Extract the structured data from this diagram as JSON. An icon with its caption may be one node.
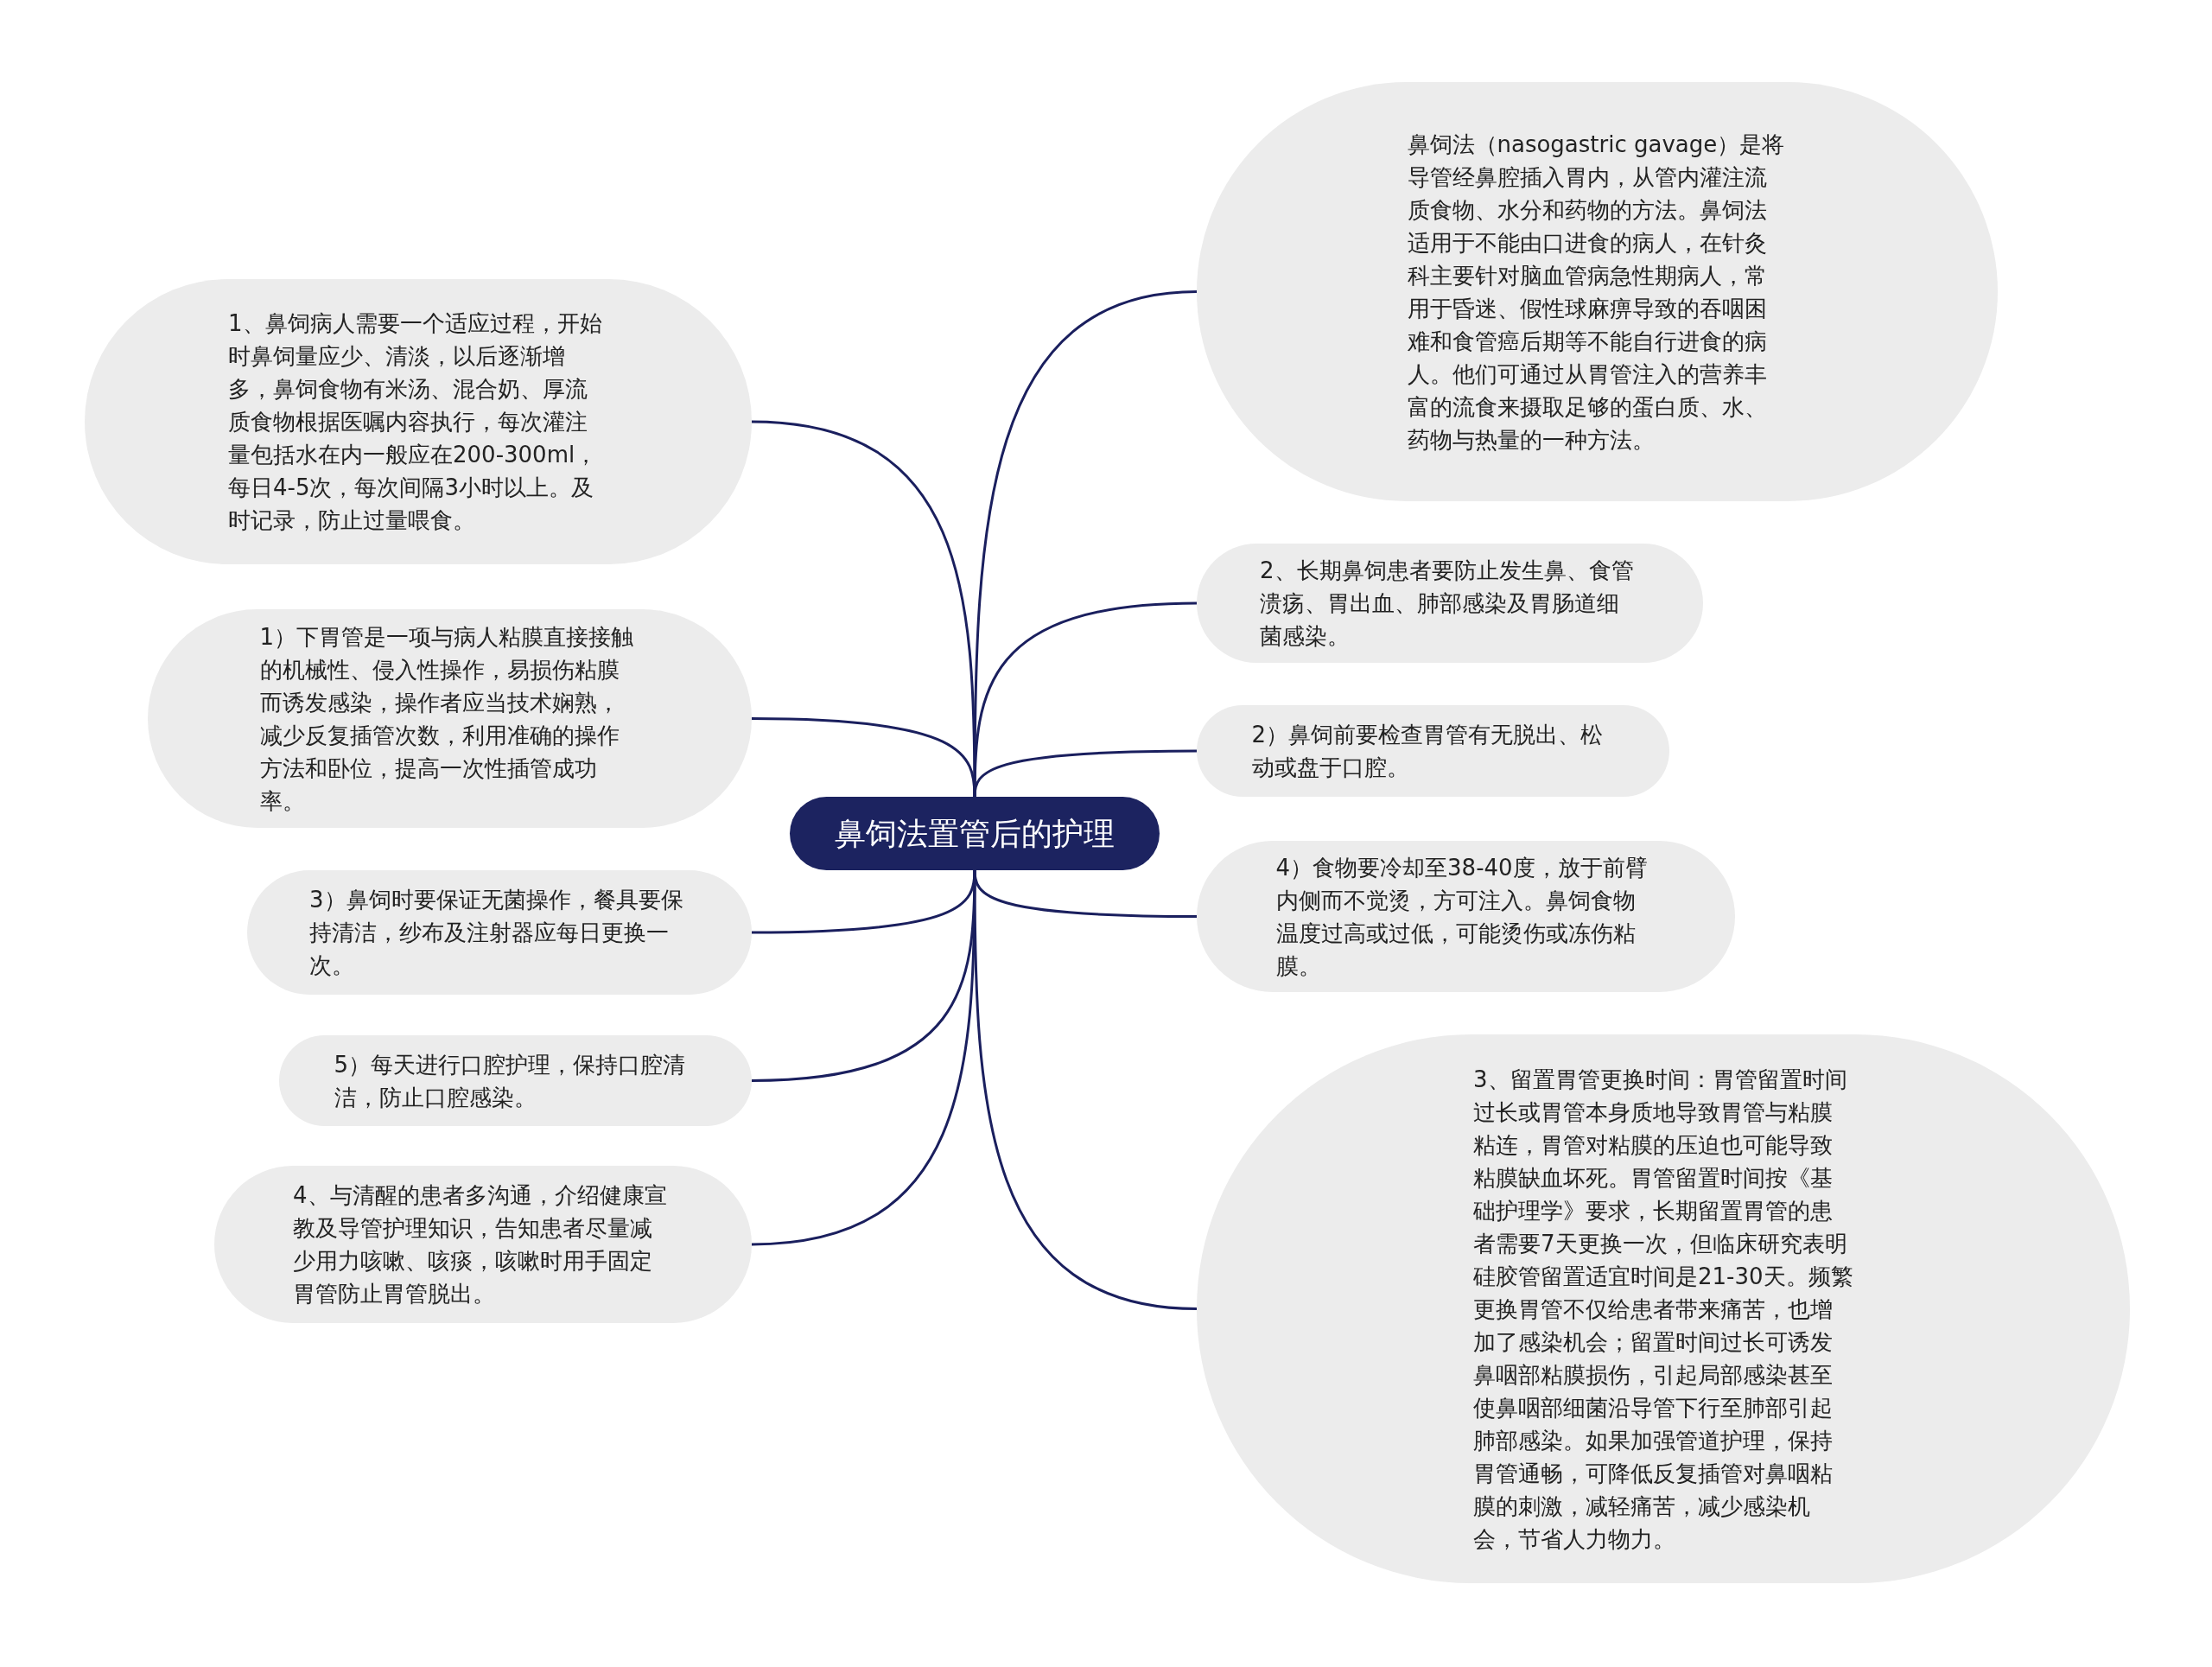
{
  "diagram": {
    "nodes": [
      {
        "text": [
          "鼻饲法置管后的护理"
        ]
      },
      {
        "text": [
          "鼻饲法（nasogastric gavage）是将导管经鼻腔插入胃内，从管内灌注流质食物、水分和药物的方法。鼻饲法适用于不能由口进食的病人，在针灸科主要针对脑血管病急性期病人，常用于昏迷、假性球麻痹导致的吞咽困难和食管癌后期等不能自行进食的病人。他们可通过从胃管注入的营养丰富的流食来摄取足够的蛋白质、水、药物与热量的一种方法。"
        ]
      },
      {
        "text": [
          "2、长期鼻饲患者要防止发生鼻、食管溃疡、胃出血、肺部感染及胃肠道细菌感染。"
        ]
      },
      {
        "text": [
          "2）鼻饲前要检查胃管有无脱出、松动或盘于口腔。"
        ]
      },
      {
        "text": [
          "4）食物要冷却至38-40度，放于前臂内侧而不觉烫，方可注入。鼻饲食物温度过高或过低，可能烫伤或冻伤粘膜。"
        ]
      },
      {
        "text": [
          "3、留置胃管更换时间：胃管留置时间过长或胃管本身质地导致胃管与粘膜粘连，胃管对粘膜的压迫也可能导致粘膜缺血坏死。胃管留置时间按《基础护理学》要求，长期留置胃管的患者需要7天更换一次，但临床研究表明硅胶管留置适宜时间是21-30天。频繁更换胃管不仅给患者带来痛苦，也增加了感染机会；留置时间过长可诱发鼻咽部粘膜损伤，引起局部感染甚至使鼻咽部细菌沿导管下行至肺部引起肺部感染。如果加强管道护理，保持胃管通畅，可降低反复插管对鼻咽粘膜的刺激，减轻痛苦，减少感染机会，节省人力物力。"
        ]
      },
      {
        "text": [
          "1、鼻饲病人需要一个适应过程，开始时鼻饲量应少、清淡，以后逐渐增多，鼻饲食物有米汤、混合奶、厚流质食物根据医嘱内容执行，每次灌注量包括水在内一般应在200-300ml，每日4-5次，每次间隔3小时以上。及时记录，防止过量喂食。"
        ]
      },
      {
        "text": [
          "1）下胃管是一项与病人粘膜直接接触的机械性、侵入性操作，易损伤粘膜而诱发感染，操作者应当技术娴熟，减少反复插管次数，利用准确的操作方法和卧位，提高一次性插管成功率。"
        ]
      },
      {
        "text": [
          "3）鼻饲时要保证无菌操作，餐具要保持清洁，纱布及注射器应每日更换一次。"
        ]
      },
      {
        "text": [
          "5）每天进行口腔护理，保持口腔清洁，防止口腔感染。"
        ]
      },
      {
        "text": [
          "4、与清醒的患者多沟通，介绍健康宣教及导管护理知识，告知患者尽量减少用力咳嗽、咳痰，咳嗽时用手固定胃管防止胃管脱出。"
        ]
      }
    ],
    "edges": [
      {
        "from": 0,
        "to": 1,
        "arrow": "none"
      },
      {
        "from": 0,
        "to": 2,
        "arrow": "none"
      },
      {
        "from": 0,
        "to": 3,
        "arrow": "none"
      },
      {
        "from": 0,
        "to": 4,
        "arrow": "none"
      },
      {
        "from": 0,
        "to": 5,
        "arrow": "none"
      },
      {
        "from": 0,
        "to": 6,
        "arrow": "none"
      },
      {
        "from": 0,
        "to": 7,
        "arrow": "none"
      },
      {
        "from": 0,
        "to": 8,
        "arrow": "none"
      },
      {
        "from": 0,
        "to": 9,
        "arrow": "none"
      },
      {
        "from": 0,
        "to": 10,
        "arrow": "none"
      }
    ]
  }
}
